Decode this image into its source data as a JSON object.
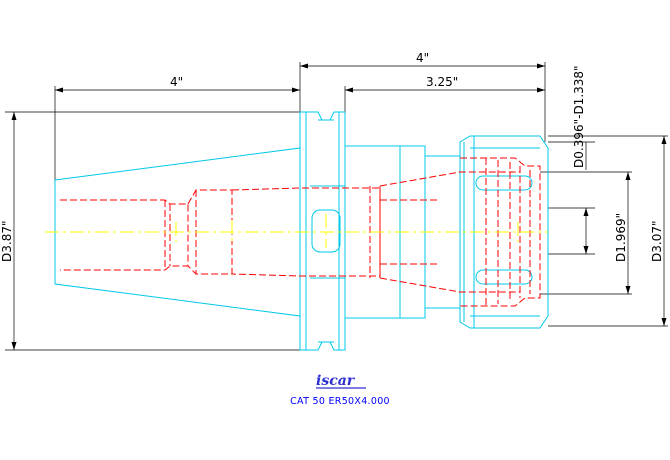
{
  "colors": {
    "body": "#00c8e8",
    "hidden": "#ff0000",
    "center": "#ffff00",
    "dimension": "#000000",
    "brand": "#0000ff"
  },
  "dimensions": {
    "top_overall": "4\"",
    "left_length": "4\"",
    "right_length": "3.25\"",
    "d_large": "D3.87\"",
    "d_collet_range": "D0.396\"-D1.338\"",
    "d_nut_inner": "D1.969\"",
    "d_nut_outer": "D3.07\""
  },
  "brand": {
    "logo": "iscar",
    "logo_icon": "iscar-logo"
  },
  "caption": "CAT 50 ER50X4.000"
}
